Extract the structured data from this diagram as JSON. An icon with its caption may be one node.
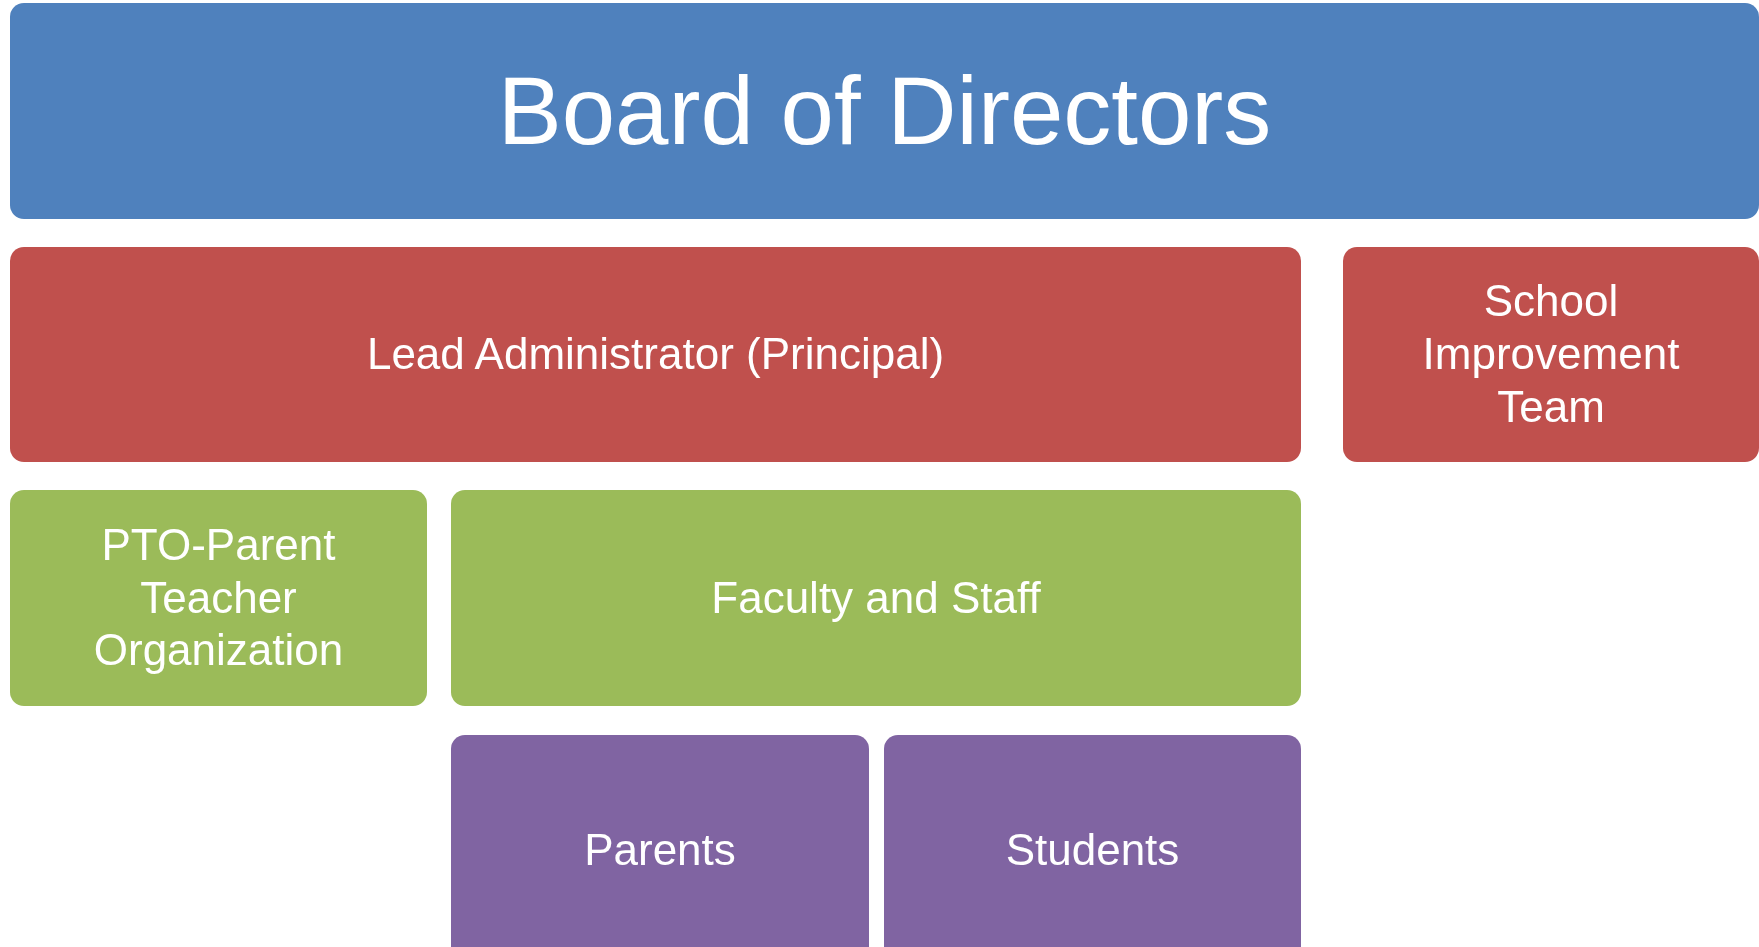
{
  "diagram": {
    "nodes": [
      {
        "text": [
          "Board of Directors"
        ]
      },
      {
        "text": [
          "Lead Administrator (Principal)"
        ]
      },
      {
        "text": [
          "School Improvement Team"
        ]
      },
      {
        "text": [
          "PTO-Parent Teacher Organization"
        ]
      },
      {
        "text": [
          "Faculty and Staff"
        ]
      },
      {
        "text": [
          "Parents"
        ]
      },
      {
        "text": [
          "Students"
        ]
      }
    ]
  }
}
